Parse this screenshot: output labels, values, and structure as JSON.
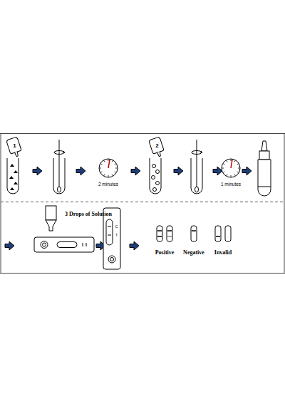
{
  "diagram": {
    "labels": [
      "1",
      "2 minutes",
      "2",
      "1 minutes",
      "3 Drops of Solution",
      "C",
      "T",
      "Positive",
      "Negative",
      "Invalid"
    ]
  }
}
